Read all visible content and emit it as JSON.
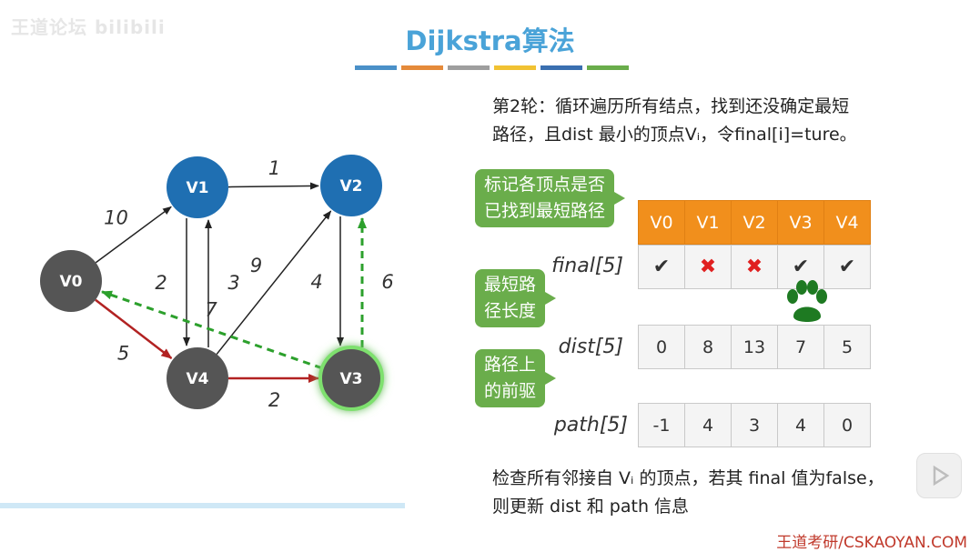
{
  "watermark": "王道论坛 bilibili",
  "title": "Dijkstra算法",
  "stripes": [
    "#4a90c8",
    "#e58a3a",
    "#9e9e9e",
    "#f1c232",
    "#3a6fb0",
    "#6aad4b"
  ],
  "round_text_line1": "第2轮：循环遍历所有结点，找到还没确定最短",
  "round_text_line2": "路径，且dist 最小的顶点Vᵢ，令final[i]=ture。",
  "bubbles": {
    "final": "标记各顶点是否\n已找到最短路径",
    "dist": "最短路\n径长度",
    "path": "路径上\n的前驱"
  },
  "row_labels": {
    "final": "final[5]",
    "dist": "dist[5]",
    "path": "path[5]"
  },
  "headers": [
    "V0",
    "V1",
    "V2",
    "V3",
    "V4"
  ],
  "final": [
    "✔",
    "✖",
    "✖",
    "✔",
    "✔"
  ],
  "dist": [
    "0",
    "8",
    "13",
    "7",
    "5"
  ],
  "path": [
    "-1",
    "4",
    "3",
    "4",
    "0"
  ],
  "bottom_text_line1": "检查所有邻接自 Vᵢ 的顶点，若其 final 值为false，",
  "bottom_text_line2": "则更新 dist 和 path 信息",
  "footer": "王道考研/CSKAOYAN.COM",
  "graph": {
    "nodes": [
      {
        "id": "V0",
        "color": "#555555"
      },
      {
        "id": "V1",
        "color": "#1f6fb2"
      },
      {
        "id": "V2",
        "color": "#1f6fb2"
      },
      {
        "id": "V3",
        "color": "#555555"
      },
      {
        "id": "V4",
        "color": "#555555"
      }
    ],
    "edges": [
      {
        "from": "V0",
        "to": "V1",
        "weight": "10",
        "style": "normal"
      },
      {
        "from": "V1",
        "to": "V2",
        "weight": "1",
        "style": "normal"
      },
      {
        "from": "V1",
        "to": "V4",
        "weight": "2",
        "style": "normal"
      },
      {
        "from": "V4",
        "to": "V1",
        "weight": "3",
        "style": "normal"
      },
      {
        "from": "V4",
        "to": "V2",
        "weight": "9",
        "style": "normal"
      },
      {
        "from": "V2",
        "to": "V3",
        "weight": "4",
        "style": "normal"
      },
      {
        "from": "V3",
        "to": "V2",
        "weight": "6",
        "style": "dashed-green"
      },
      {
        "from": "V3",
        "to": "V0",
        "weight": "7",
        "style": "dashed-green"
      },
      {
        "from": "V0",
        "to": "V4",
        "weight": "5",
        "style": "red"
      },
      {
        "from": "V4",
        "to": "V3",
        "weight": "2",
        "style": "red"
      }
    ]
  }
}
